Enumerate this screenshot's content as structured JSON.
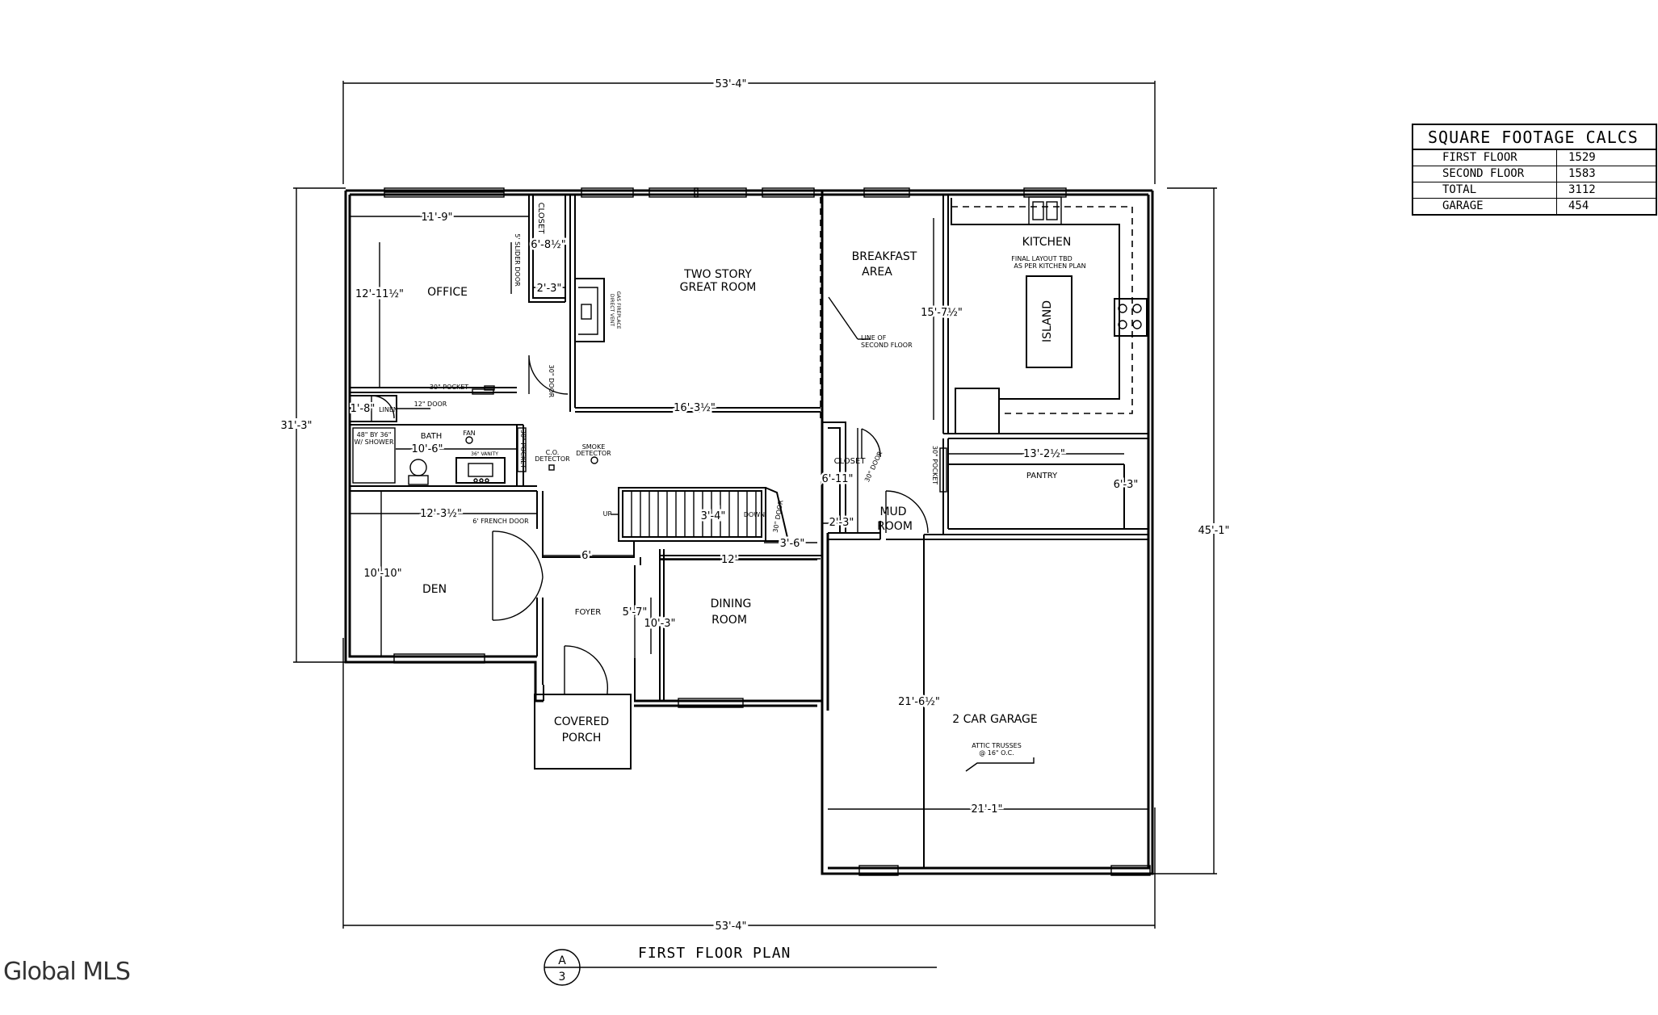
{
  "drawing": {
    "title": "FIRST FLOOR PLAN",
    "sheet_letter": "A",
    "sheet_number": "3",
    "watermark": "Global MLS"
  },
  "square_footage": {
    "title": "SQUARE FOOTAGE CALCS",
    "rows": [
      {
        "label": "FIRST FLOOR",
        "value": "1529"
      },
      {
        "label": "SECOND FLOOR",
        "value": "1583"
      },
      {
        "label": "TOTAL",
        "value": "3112"
      },
      {
        "label": "GARAGE",
        "value": "454"
      }
    ]
  },
  "overall_dims": {
    "top": "53'-4\"",
    "bottom": "53'-4\"",
    "left": "31'-3\"",
    "right": "45'-1\""
  },
  "rooms": {
    "office": "OFFICE",
    "great_room_1": "TWO STORY",
    "great_room_2": "GREAT ROOM",
    "breakfast_1": "BREAKFAST",
    "breakfast_2": "AREA",
    "kitchen": "KITCHEN",
    "kitchen_note_1": "FINAL LAYOUT TBD",
    "kitchen_note_2": "AS PER KITCHEN PLAN",
    "island": "ISLAND",
    "pantry": "PANTRY",
    "closet_top": "CLOSET",
    "closet_mid": "CLOSET",
    "linen": "LINEN",
    "bath": "BATH",
    "fan": "FAN",
    "shower_1": "48\" BY 36\"",
    "shower_2": "W/ SHOWER",
    "vanity": "36\" VANITY",
    "den": "DEN",
    "foyer": "FOYER",
    "dining_1": "DINING",
    "dining_2": "ROOM",
    "porch_1": "COVERED",
    "porch_2": "PORCH",
    "mud_1": "MUD",
    "mud_2": "ROOM",
    "garage": "2 CAR GARAGE",
    "attic_1": "ATTIC TRUSSES",
    "attic_2": "@ 16\" O.C.",
    "line_second_1": "LINE OF",
    "line_second_2": "SECOND FLOOR",
    "co_1": "C.O.",
    "co_2": "DETECTOR",
    "smoke_1": "SMOKE",
    "smoke_2": "DETECTOR",
    "stair_up": "UP",
    "stair_down": "DOWN",
    "fireplace_1": "DIRECT VENT",
    "fireplace_2": "GAS FIREPLACE"
  },
  "doors": {
    "slider": "5' SLIDER DOOR",
    "pocket_30_office": "30\" POCKET",
    "door_30_office": "30\" DOOR",
    "door_12": "12\" DOOR",
    "pocket_30_bath": "30\" POCKET",
    "french": "6' FRENCH DOOR",
    "door_30_stair": "30\" DOOR",
    "door_30_closet": "30\" DOOR",
    "pocket_30_pantry": "30\" POCKET"
  },
  "dims": {
    "office_w": "11'-9\"",
    "office_h": "12'-11½\"",
    "closet_h": "6'-8½\"",
    "closet_w": "2'-3\"",
    "great_w": "16'-3½\"",
    "linen_w": "1'-8\"",
    "bath_w": "10'-6\"",
    "den_w": "12'-3½\"",
    "den_h": "10'-10\"",
    "foyer_w": "6'",
    "foyer_h": "5'-7\"",
    "stair_w": "3'-4\"",
    "stair_lnd": "3'-6\"",
    "dining_w": "12'",
    "dining_h": "10'-3\"",
    "closet2_h": "6'-11\"",
    "closet2_w": "2'-3\"",
    "kitchen_h": "15'-7½\"",
    "pantry_w": "13'-2½\"",
    "pantry_h": "6'-3\"",
    "garage_h": "21'-6½\"",
    "garage_w": "21'-1\""
  }
}
